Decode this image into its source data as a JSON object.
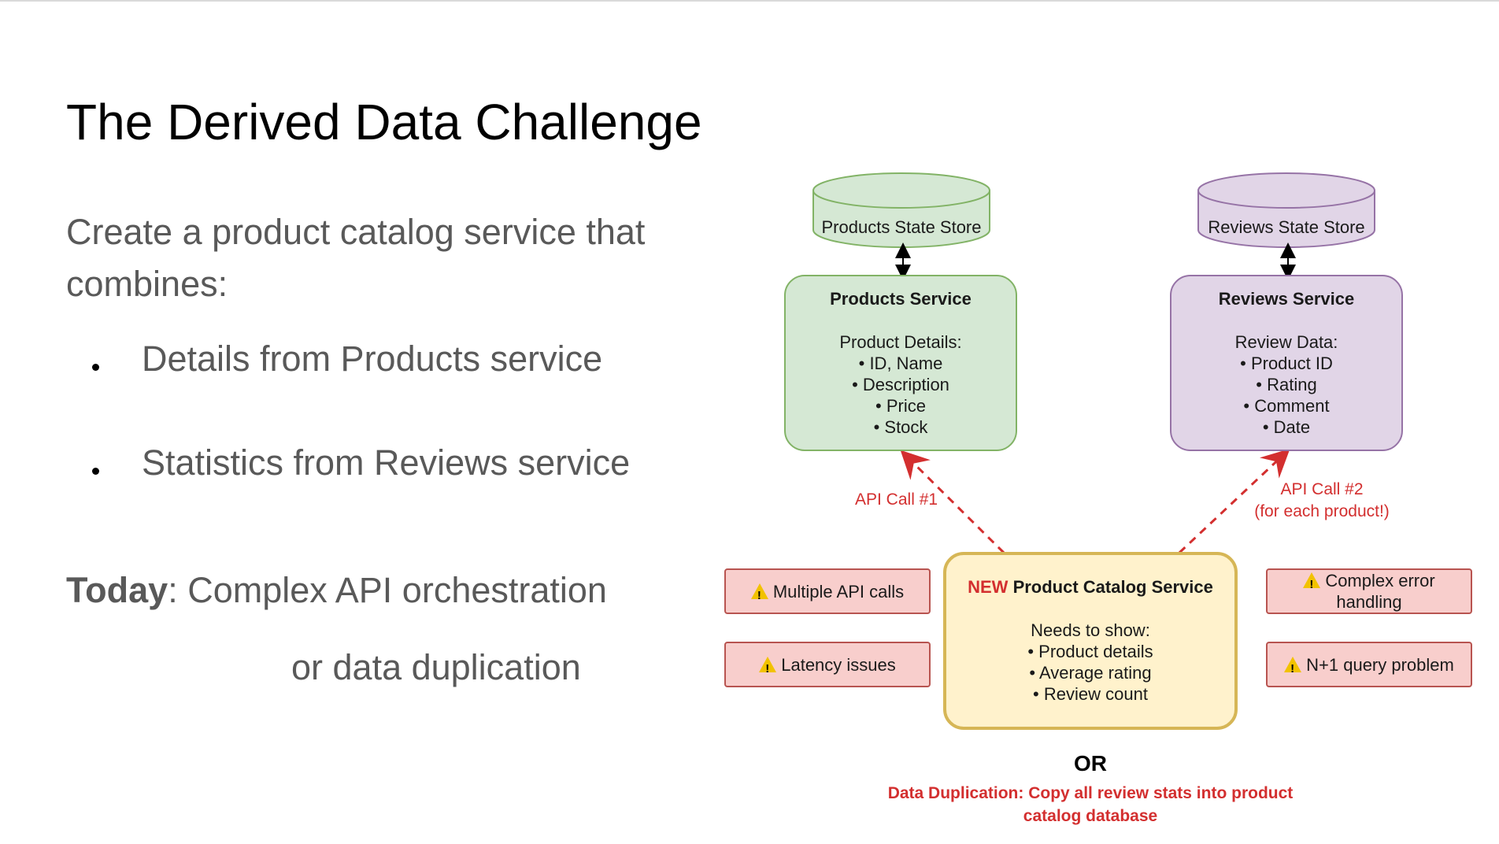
{
  "slide": {
    "title": "The Derived Data Challenge",
    "intro": "Create a product catalog service that combines:",
    "bullets": [
      "Details from Products service",
      "Statistics from Reviews service"
    ],
    "today_bold": "Today",
    "today_rest": ": Complex API orchestration",
    "today_line2": "or data duplication"
  },
  "diagram": {
    "products_store": "Products State Store",
    "reviews_store": "Reviews State Store",
    "products_service": {
      "title": "Products Service",
      "heading": "Product Details:",
      "items": [
        "• ID, Name",
        "• Description",
        "• Price",
        "• Stock"
      ]
    },
    "reviews_service": {
      "title": "Reviews Service",
      "heading": "Review Data:",
      "items": [
        "• Product ID",
        "• Rating",
        "• Comment",
        "• Date"
      ]
    },
    "catalog_service": {
      "new_label": "NEW",
      "title": " Product Catalog Service",
      "heading": "Needs to show:",
      "items": [
        "• Product details",
        "• Average rating",
        "• Review count"
      ]
    },
    "api_call_1": "API Call #1",
    "api_call_2_line1": "API Call #2",
    "api_call_2_line2": "(for each product!)",
    "warnings": {
      "multiple_api_calls": "Multiple API calls",
      "latency": "Latency issues",
      "complex_error_1": "Complex error",
      "complex_error_2": "handling",
      "n_plus_1": "N+1 query problem"
    },
    "or_label": "OR",
    "duplication_line1": "Data Duplication: Copy all review stats into product",
    "duplication_line2": "catalog database",
    "colors": {
      "products_fill": "#d5e8d4",
      "products_stroke": "#82b366",
      "reviews_fill": "#e1d5e7",
      "reviews_stroke": "#9673a6",
      "catalog_fill": "#fff2cc",
      "catalog_stroke": "#d6b656",
      "warn_fill": "#f8cecc",
      "warn_stroke": "#b85450",
      "accent_red": "#d32f2f"
    }
  }
}
